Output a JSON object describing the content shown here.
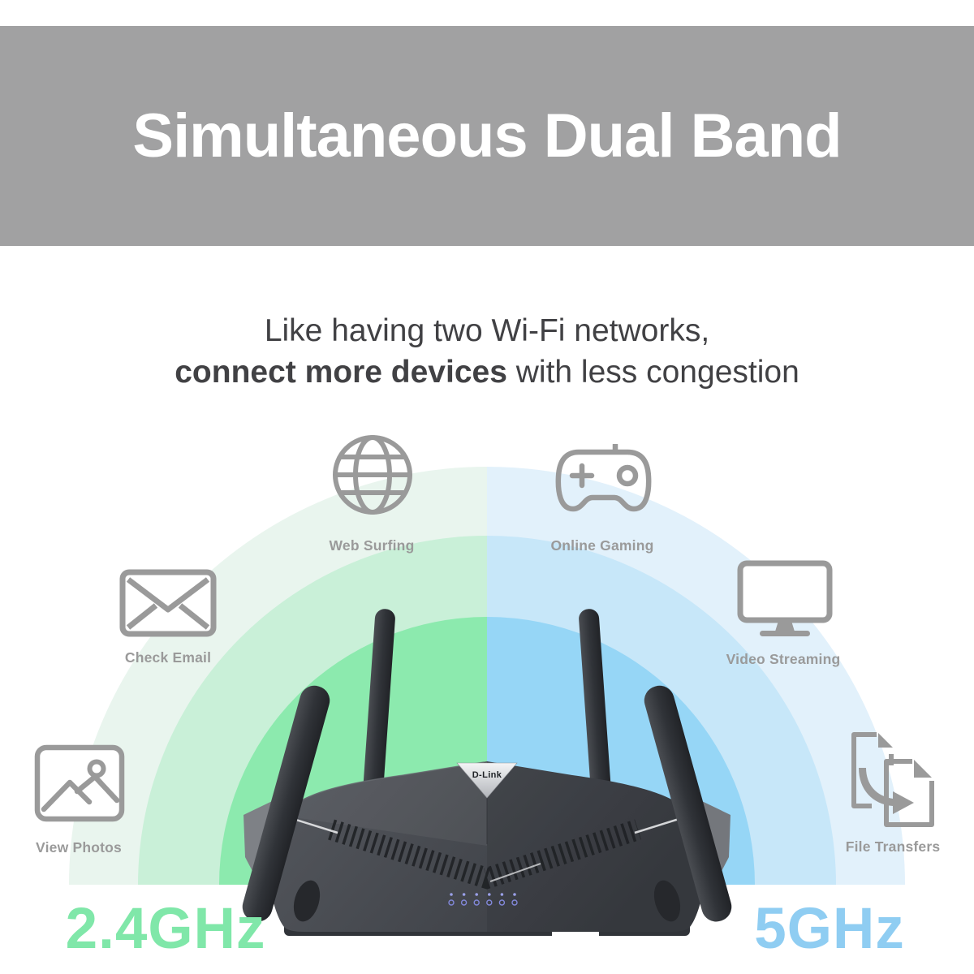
{
  "header": {
    "title": "Simultaneous Dual Band",
    "background_color": "#a1a1a2",
    "title_color": "#ffffff"
  },
  "subtitle": {
    "line1": "Like having two Wi-Fi networks,",
    "line2_bold": "connect more devices",
    "line2_rest": " with less congestion"
  },
  "features": [
    {
      "label": "Web Surfing",
      "icon": "globe-icon"
    },
    {
      "label": "Online Gaming",
      "icon": "gamepad-icon"
    },
    {
      "label": "Check Email",
      "icon": "envelope-icon"
    },
    {
      "label": "Video Streaming",
      "icon": "monitor-icon"
    },
    {
      "label": "View Photos",
      "icon": "photo-icon"
    },
    {
      "label": "File Transfers",
      "icon": "file-transfer-icon"
    }
  ],
  "icon_color": "#9a9a9a",
  "bands": {
    "left": {
      "label": "2.4GHz",
      "label_color": "#80e7a9",
      "rings": [
        "#e9f5ee",
        "#c9f0d8",
        "#8ceaae"
      ]
    },
    "right": {
      "label": "5GHz",
      "label_color": "#8fcdf2",
      "rings": [
        "#e2f1fb",
        "#c7e7f9",
        "#96d6f6"
      ]
    }
  },
  "router": {
    "brand": "D-Link",
    "led_count": "6",
    "led_color": "#8288da",
    "body_color": "#46494f"
  }
}
